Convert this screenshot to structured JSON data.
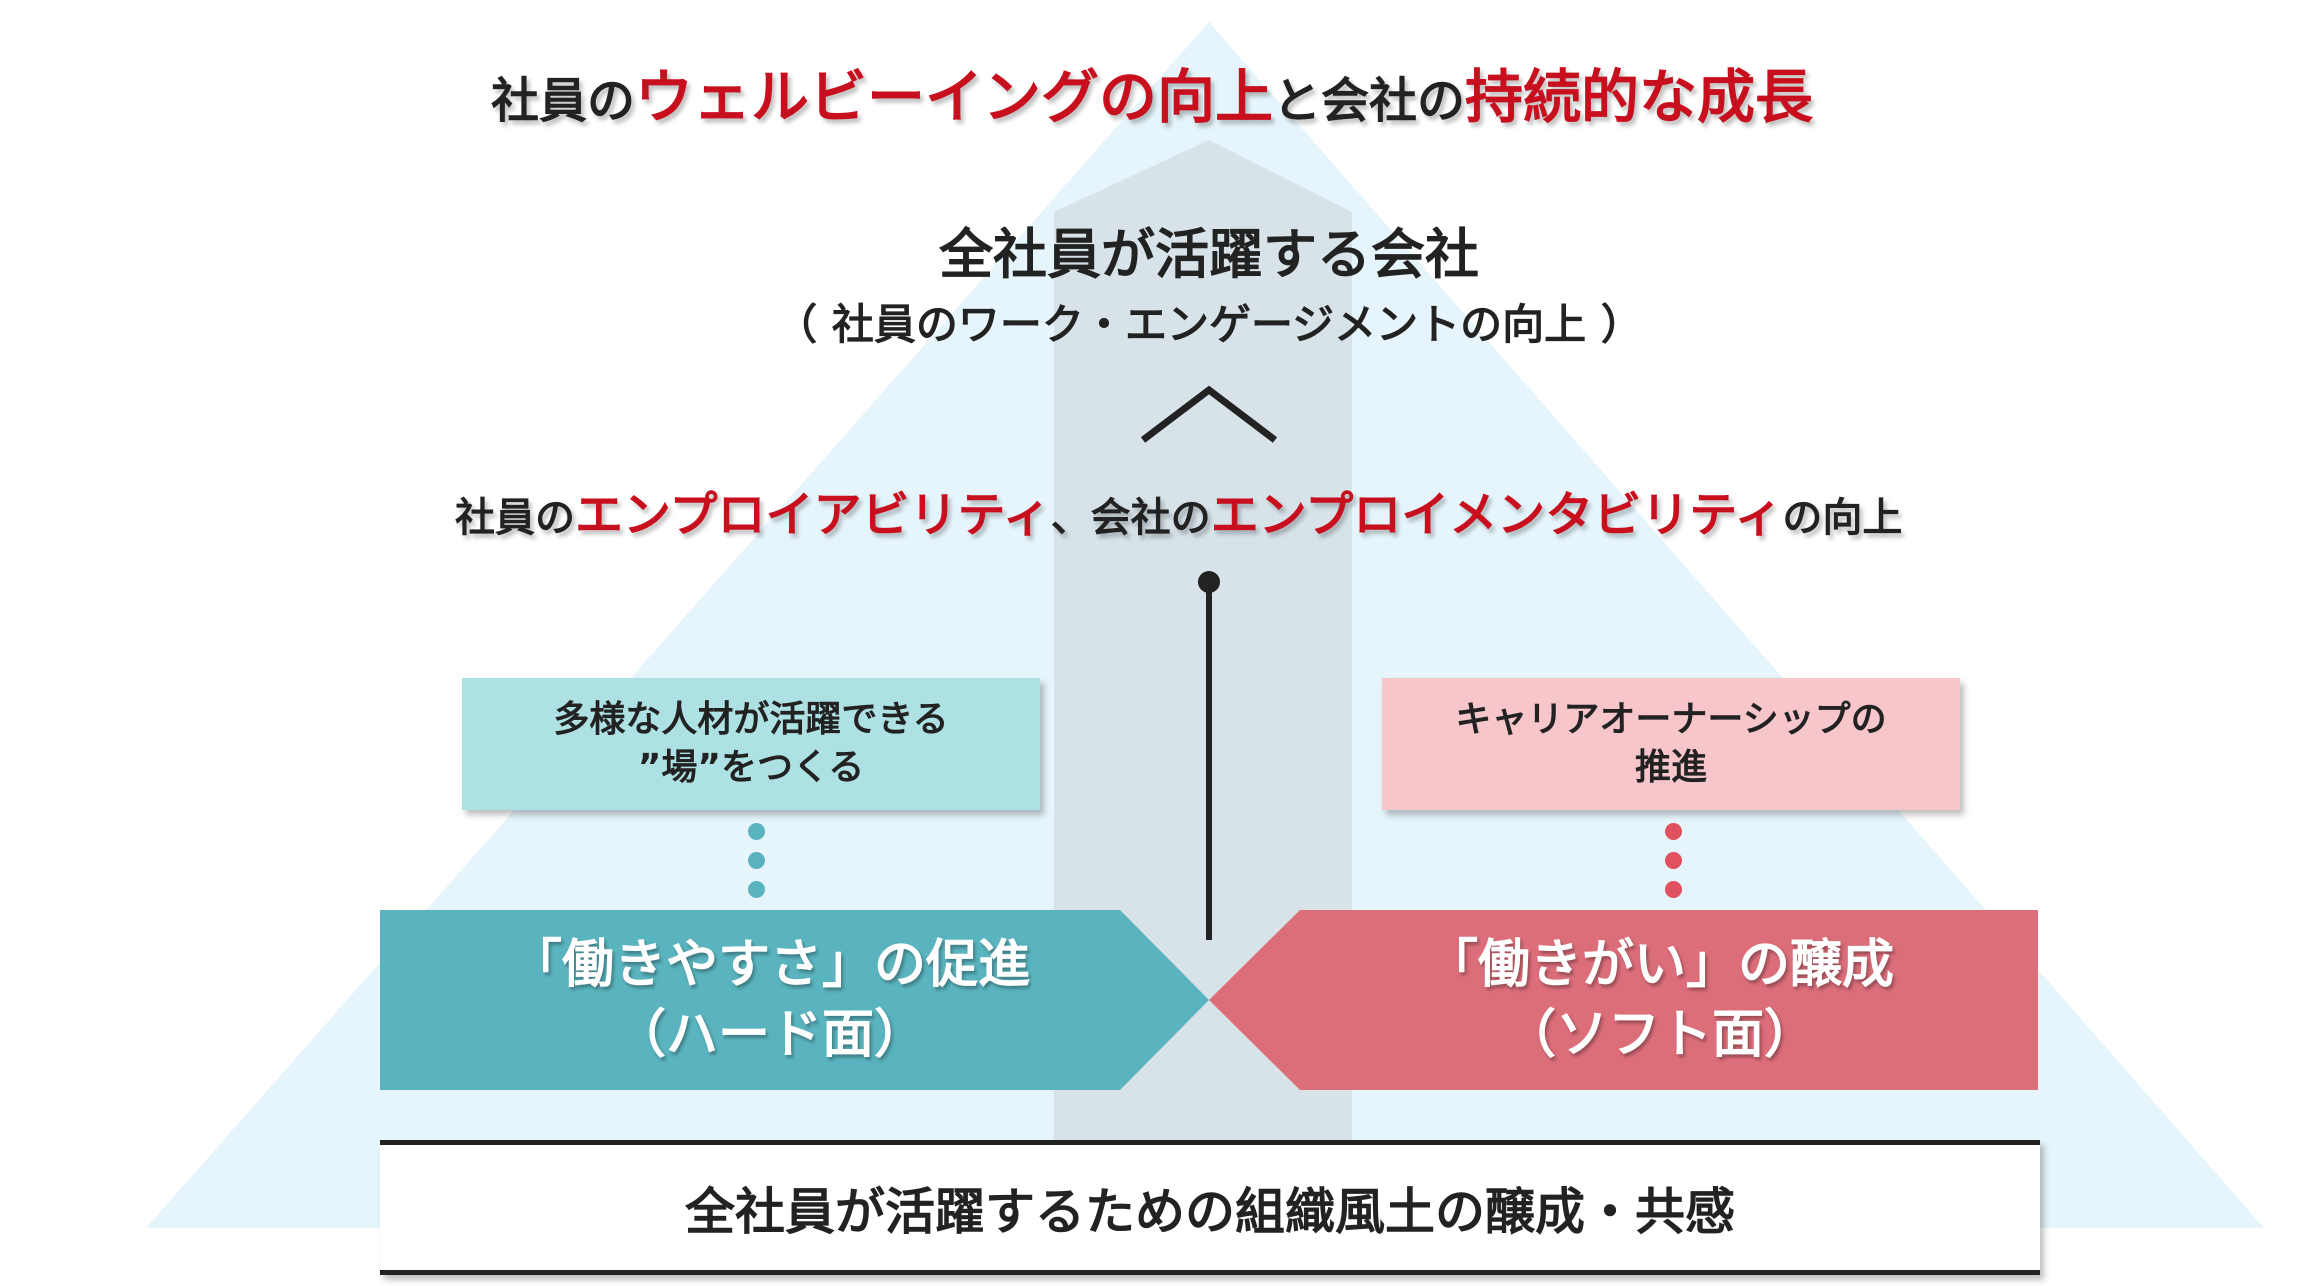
{
  "title": {
    "p1": "社員の",
    "p2": "ウェルビーイングの向上",
    "p3": "と会社の",
    "p4": "持続的な成長"
  },
  "goal": {
    "main": "全社員が活躍する会社",
    "sub": "（ 社員のワーク・エンゲージメントの向上 ）"
  },
  "middle": {
    "p1": "社員の",
    "p2": "エンプロイアビリティ",
    "p3": "、会社の",
    "p4": "エンプロイメンタビリティ",
    "p5": "の向上"
  },
  "left_box": {
    "line1": "多様な人材が活躍できる",
    "line2": "”場”をつくる"
  },
  "right_box": {
    "line1": "キャリアオーナーシップの",
    "line2": "推進"
  },
  "left_arrow": {
    "line1": "「働きやすさ」の促進",
    "line2": "（ハード面）"
  },
  "right_arrow": {
    "line1": "「働きがい」の醸成",
    "line2": "（ソフト面）"
  },
  "foundation": "全社員が活躍するための組織風土の醸成・共感",
  "colors": {
    "accent_red": "#c80f1e",
    "teal": "#5ab4bf",
    "teal_light": "#aee1e3",
    "pink": "#dc6e7a",
    "pink_light": "#f7c6cb",
    "pyramid": "#e6f5fb",
    "column": "#d6e0e6"
  }
}
